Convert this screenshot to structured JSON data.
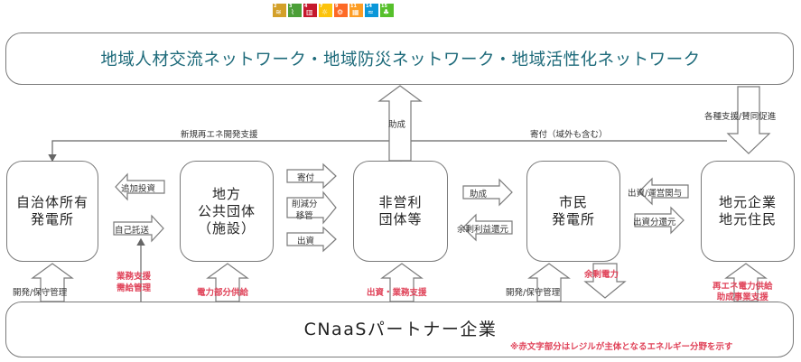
{
  "sdg": {
    "tiles": [
      {
        "num": "2",
        "color": "#d3a029",
        "glyph": "≋"
      },
      {
        "num": "3",
        "color": "#4c9f38",
        "glyph": "⌇"
      },
      {
        "num": "4",
        "color": "#c5192d",
        "glyph": "▥"
      },
      {
        "num": "7",
        "color": "#fcc30b",
        "glyph": "☼"
      },
      {
        "num": "9",
        "color": "#fd6925",
        "glyph": "⚙"
      },
      {
        "num": "11",
        "color": "#fd9d24",
        "glyph": "▦"
      },
      {
        "num": "14",
        "color": "#0a97d9",
        "glyph": "≈"
      },
      {
        "num": "15",
        "color": "#56c02b",
        "glyph": "♣"
      }
    ]
  },
  "top_network": {
    "title": "地域人材交流ネットワーク・地域防災ネットワーク・地域活性化ネットワーク"
  },
  "nodes": {
    "municipal": "自治体所有\n発電所",
    "public": "地方\n公共団体\n（施設）",
    "npo": "非営利\n団体等",
    "citizen": "市民\n発電所",
    "local": "地元企業\n地元住民"
  },
  "bottom": {
    "title": "CNaaSパートナー企業",
    "note": "※赤文字部分はレジルが主体となるエネルギー分野を示す"
  },
  "labels": {
    "new_renewable": "新規再エネ開発支援",
    "donation": "寄付（域外も含む）",
    "grant_up": "助成",
    "support_promo": "各種支援/賛同促進",
    "additional_invest": "追加投資",
    "self_consign": "自己託送",
    "kifu": "寄付",
    "reduction": "削減分\n移管",
    "investment": "出資",
    "grant_right": "助成",
    "surplus_return": "余剰利益還元",
    "invest_operate": "出資/運営関与",
    "dividend": "出資分還元",
    "dev_maint_left": "開発/保守管理",
    "business_support": "業務支援\n需給管理",
    "power_supply": "電力部分供給",
    "invest_business_support": "出資・業務支援",
    "dev_maint_right": "開発/保守管理",
    "surplus_power": "余剰電力",
    "re_supply": "再エネ電力供給\n助成事業支援"
  }
}
